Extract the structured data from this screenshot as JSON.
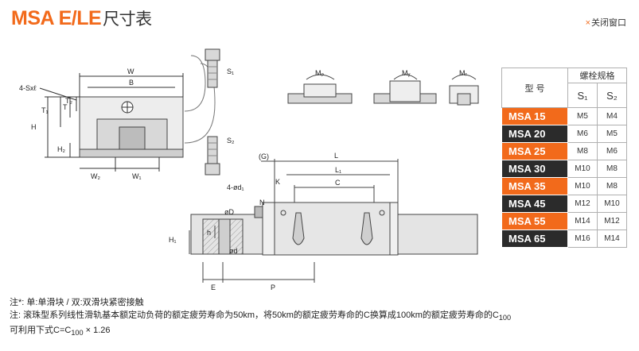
{
  "header": {
    "title_main": "MSA E/LE",
    "title_sub": "尺寸表",
    "close": "关闭窗口"
  },
  "labels": {
    "W": "W",
    "B": "B",
    "four_sxl": "4-Sxℓ",
    "T1": "T₁",
    "T": "T",
    "T2": "T₂",
    "H": "H",
    "H2": "H₂",
    "W2": "W₂",
    "W1": "W₁",
    "S1": "S₁",
    "S2": "S₂",
    "Mp": "Mₚ",
    "My": "Mᵧ",
    "Mr": "Mᵣ",
    "G": "(G)",
    "L": "L",
    "L1": "L₁",
    "C": "C",
    "K": "K",
    "four_d1": "4-ød₁",
    "N": "N",
    "phiD": "øD",
    "h": "h",
    "phid": "ød",
    "H1": "H₁",
    "E": "E",
    "P": "P"
  },
  "table": {
    "col_model": "型 号",
    "col_bolt": "螺栓规格",
    "col_s1": "S₁",
    "col_s2": "S₂",
    "rows": [
      {
        "model": "MSA 15",
        "s1": "M5",
        "s2": "M4",
        "color": "#f26a1b"
      },
      {
        "model": "MSA 20",
        "s1": "M6",
        "s2": "M5",
        "color": "#2b2b2b"
      },
      {
        "model": "MSA 25",
        "s1": "M8",
        "s2": "M6",
        "color": "#f26a1b"
      },
      {
        "model": "MSA 30",
        "s1": "M10",
        "s2": "M8",
        "color": "#2b2b2b"
      },
      {
        "model": "MSA 35",
        "s1": "M10",
        "s2": "M8",
        "color": "#f26a1b"
      },
      {
        "model": "MSA 45",
        "s1": "M12",
        "s2": "M10",
        "color": "#2b2b2b"
      },
      {
        "model": "MSA 55",
        "s1": "M14",
        "s2": "M12",
        "color": "#f26a1b"
      },
      {
        "model": "MSA 65",
        "s1": "M16",
        "s2": "M14",
        "color": "#2b2b2b"
      }
    ]
  },
  "notes": {
    "line1": "注*: 单:单滑块 / 双:双滑块紧密接触",
    "line2": "注: 滚珠型系列线性滑轨基本额定动负荷的额定疲劳寿命为50km，将50km的额定疲劳寿命的C换算成100km的额定疲劳寿命的C",
    "line2_sub": "100",
    "line3_a": "可利用下式C=C",
    "line3_sub": "100",
    "line3_b": " × 1.26"
  }
}
